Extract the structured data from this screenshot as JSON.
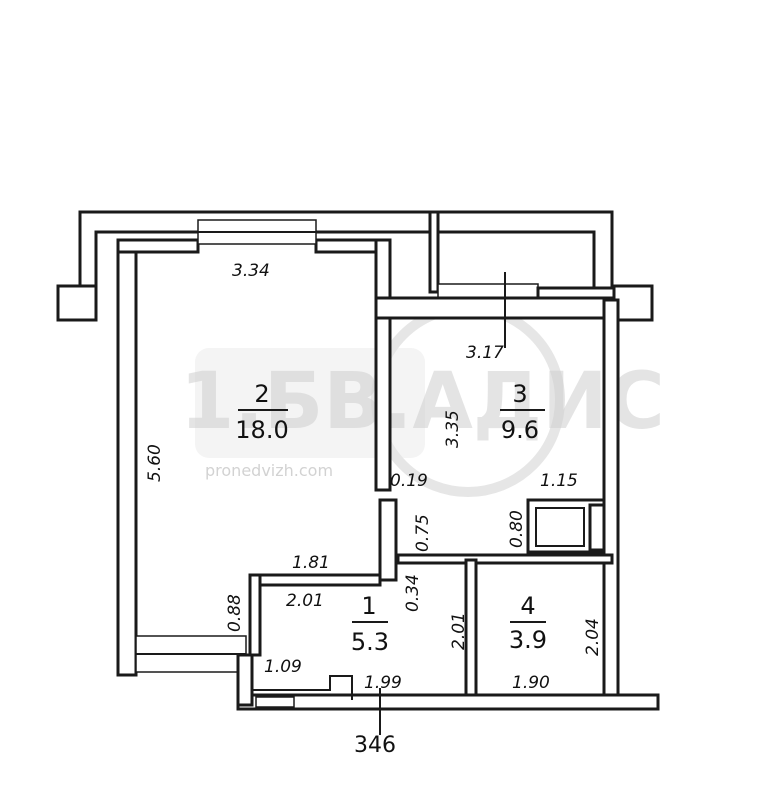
{
  "watermark": {
    "brand": "1.БВ.АДИС",
    "url": "pronedvizh.com"
  },
  "rooms": [
    {
      "number": "1",
      "area": "5.3"
    },
    {
      "number": "2",
      "area": "18.0"
    },
    {
      "number": "3",
      "area": "9.6"
    },
    {
      "number": "4",
      "area": "3.9"
    }
  ],
  "dimensions": {
    "room2_width": "3.34",
    "room2_length": "5.60",
    "room3_width": "3.17",
    "room3_length": "3.35",
    "gap_019": "0.19",
    "gap_075": "0.75",
    "gap_080": "0.80",
    "width_115": "1.15",
    "hall_181": "1.81",
    "hall_201_top": "2.01",
    "hall_201_side": "2.01",
    "gap_034": "0.34",
    "gap_088": "0.88",
    "hall_109": "1.09",
    "hall_199": "1.99",
    "bath_204": "2.04",
    "bath_190": "1.90"
  },
  "series_code": "346"
}
